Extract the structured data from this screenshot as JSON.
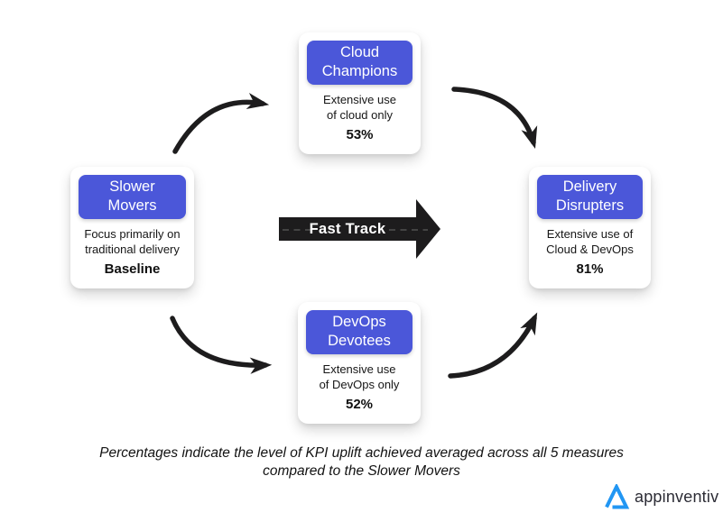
{
  "colors": {
    "accent": "#4b57d9",
    "arrow": "#1d1c1d",
    "logo_blue": "#2196f3"
  },
  "nodes": {
    "slower_movers": {
      "title": "Slower Movers",
      "description": [
        "Focus primarily on",
        "traditional delivery"
      ],
      "value": "Baseline"
    },
    "cloud_champions": {
      "title": "Cloud Champions",
      "description": [
        "Extensive use",
        "of cloud only"
      ],
      "value": "53%"
    },
    "devops_devotees": {
      "title": "DevOps Devotees",
      "description": [
        "Extensive use",
        "of DevOps only"
      ],
      "value": "52%"
    },
    "delivery_disrupters": {
      "title": "Delivery Disrupters",
      "description": [
        "Extensive use of",
        "Cloud & DevOps"
      ],
      "value": "81%"
    }
  },
  "fast_track": {
    "label": "Fast Track"
  },
  "caption": {
    "line1": "Percentages indicate the level of KPI uplift achieved averaged across all 5 measures",
    "line2": "compared to the Slower Movers"
  },
  "logo": {
    "text": "appinventiv"
  }
}
